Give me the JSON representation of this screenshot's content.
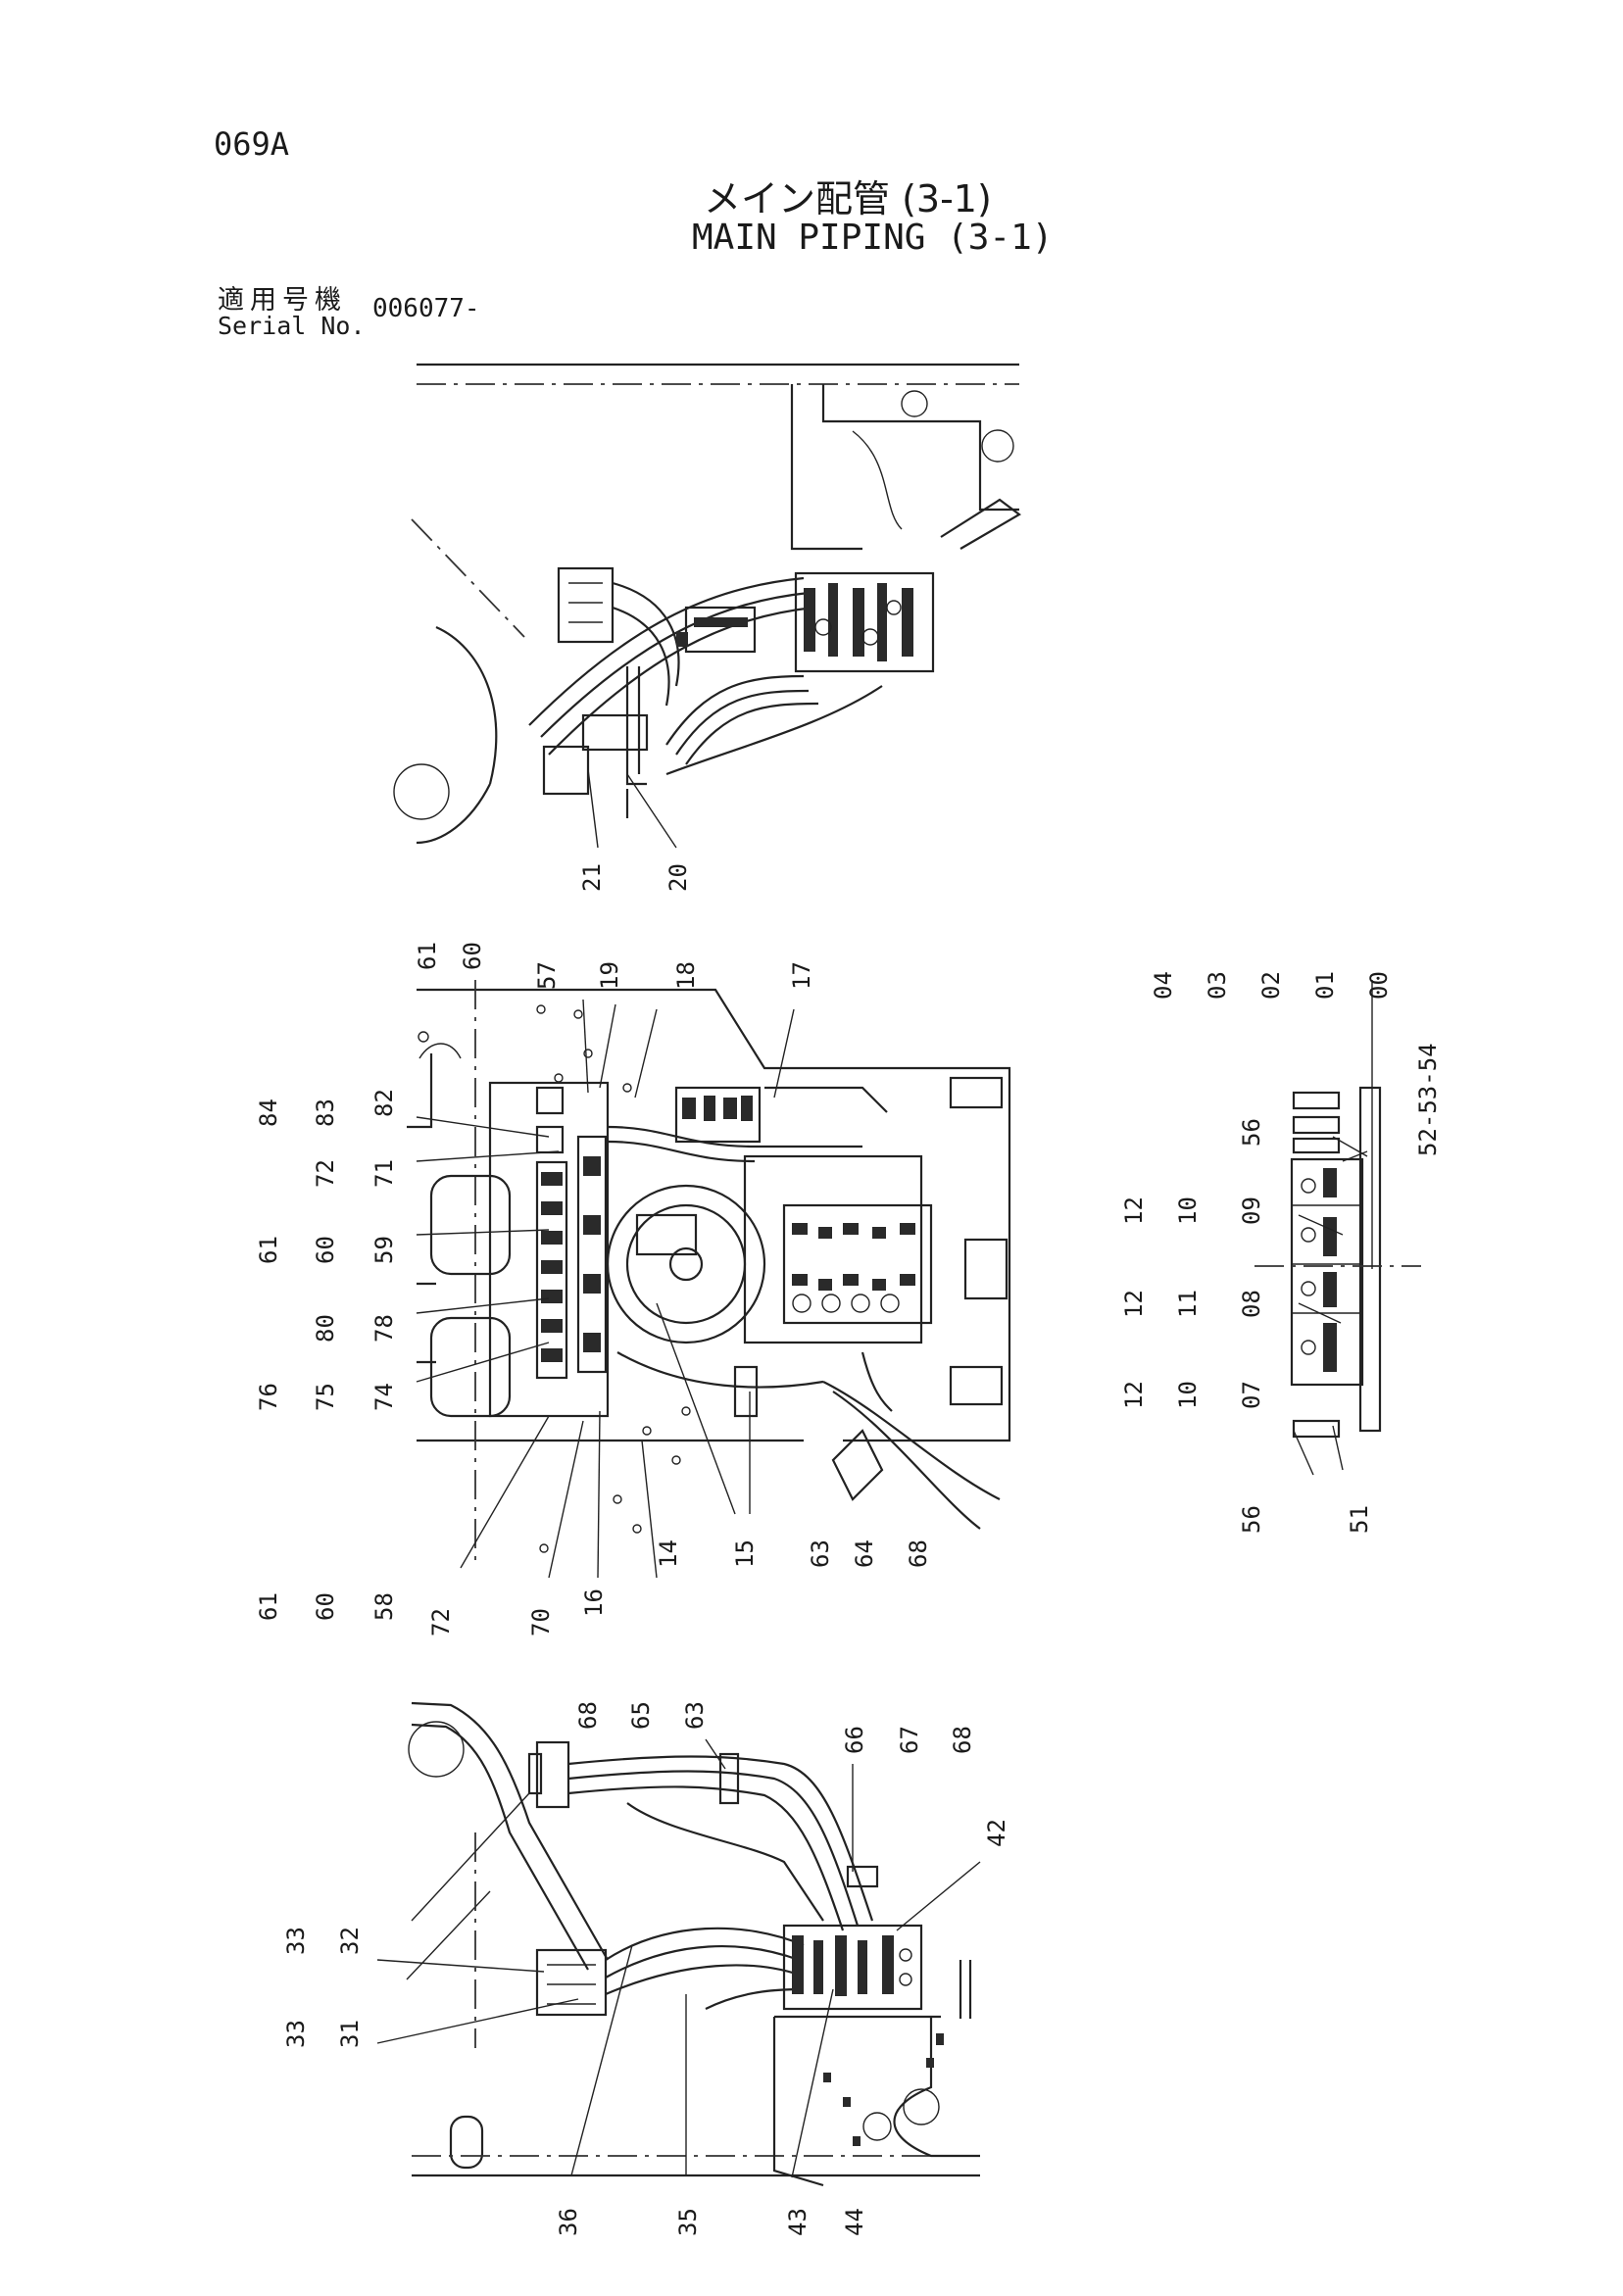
{
  "header": {
    "page_code": "069A",
    "title_jp": "メイン配管 (3-1)",
    "title_en": "MAIN PIPING (3-1)",
    "serial_label_jp": "適用号機",
    "serial_label_en": "Serial No.",
    "serial_value": "006077-"
  },
  "callouts": {
    "top": [
      "21",
      "20"
    ],
    "middle": [
      "61",
      "60",
      "57",
      "19",
      "18",
      "17",
      "84",
      "83",
      "82",
      "72",
      "71",
      "59",
      "61",
      "60",
      "80",
      "78",
      "76",
      "75",
      "74",
      "61",
      "60",
      "58",
      "72",
      "70",
      "16",
      "14",
      "15",
      "63",
      "64",
      "68"
    ],
    "right": [
      "04",
      "03",
      "02",
      "01",
      "00",
      "52-53-54",
      "56",
      "12",
      "10",
      "09",
      "12",
      "11",
      "08",
      "12",
      "10",
      "07",
      "56",
      "51"
    ],
    "bottom": [
      "68",
      "65",
      "63",
      "66",
      "67",
      "68",
      "42",
      "33",
      "32",
      "33",
      "31",
      "36",
      "35",
      "43",
      "44"
    ]
  }
}
